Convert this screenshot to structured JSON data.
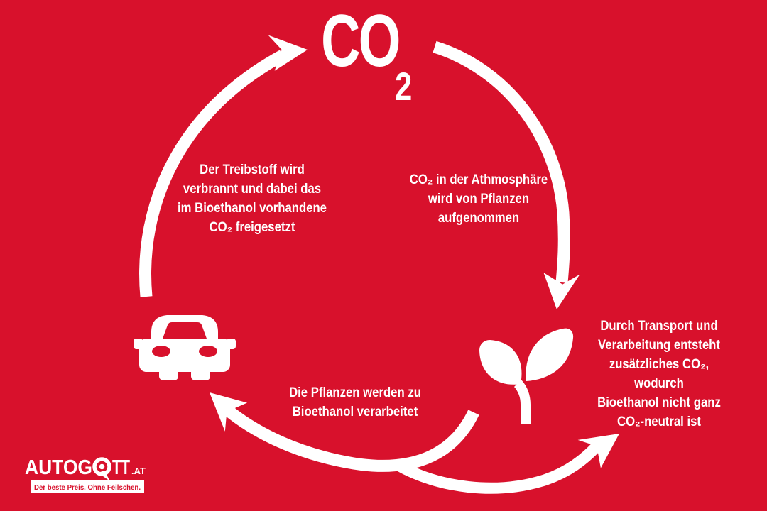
{
  "colors": {
    "background": "#d8112c",
    "text": "#ffffff"
  },
  "title": {
    "main": "CO",
    "subscript": "2"
  },
  "steps": {
    "combustion": {
      "text": "Der Treibstoff wird\nverbrannt und dabei das\nim Bioethanol vorhandene\nCO₂ freigesetzt"
    },
    "absorption": {
      "text": "CO₂ in der Athmosphäre\nwird von Pflanzen\naufgenommen"
    },
    "processing": {
      "text": "Die Pflanzen werden zu\nBioethanol verarbeitet"
    },
    "transport_note": {
      "text": "Durch Transport und\nVerarbeitung entsteht\nzusätzliches CO₂, wodurch\nBioethanol nicht ganz\nCO₂-neutral ist"
    }
  },
  "icons": [
    "car-icon",
    "sprout-icon",
    "arrow-car-to-co2-icon",
    "arrow-co2-to-plant-icon",
    "arrow-plant-to-car-icon",
    "arrow-extra-co2-icon"
  ],
  "logo": {
    "brand_left": "AUTOG",
    "brand_right": "TT",
    "brand_tld": ".AT",
    "tagline": "Der beste Preis. Ohne Feilschen."
  }
}
